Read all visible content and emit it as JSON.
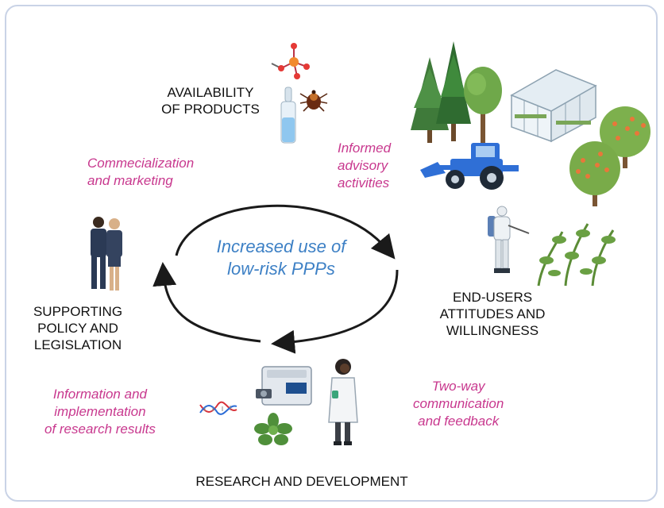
{
  "center": {
    "line1": "Increased use of",
    "line2": "low-risk PPPs"
  },
  "nodes": {
    "availability": {
      "line1": "AVAILABILITY",
      "line2": "OF PRODUCTS"
    },
    "end_users": {
      "line1": "END-USERS",
      "line2": "ATTITUDES AND",
      "line3": "WILLINGNESS"
    },
    "research": {
      "line1": "RESEARCH AND DEVELOPMENT"
    },
    "policy": {
      "line1": "SUPPORTING",
      "line2": "POLICY AND",
      "line3": "LEGISLATION"
    }
  },
  "links": {
    "commercialization": {
      "line1": "Commecialization",
      "line2": "and marketing"
    },
    "advisory": {
      "line1": "Informed",
      "line2": "advisory",
      "line3": "activities"
    },
    "two_way": {
      "line1": "Two-way",
      "line2": "communication",
      "line3": "and feedback"
    },
    "information": {
      "line1": "Information and",
      "line2": "implementation",
      "line3": "of research results"
    }
  },
  "icons": [
    "molecule-icon",
    "tick-icon",
    "vial-icon",
    "conifer-tree-icon",
    "greenhouse-icon",
    "tractor-icon",
    "fruit-tree-icon",
    "sprayer-person-icon",
    "tomato-plant-icon",
    "business-people-icon",
    "lab-instrument-icon",
    "scientist-icon",
    "dna-icon",
    "seedling-icon"
  ],
  "colors": {
    "label_pink": "#c8388e",
    "center_blue": "#3d80c5",
    "arrow": "#1a1a1a",
    "tractor": "#2f6fd6",
    "frame": "#c9d3e6"
  }
}
